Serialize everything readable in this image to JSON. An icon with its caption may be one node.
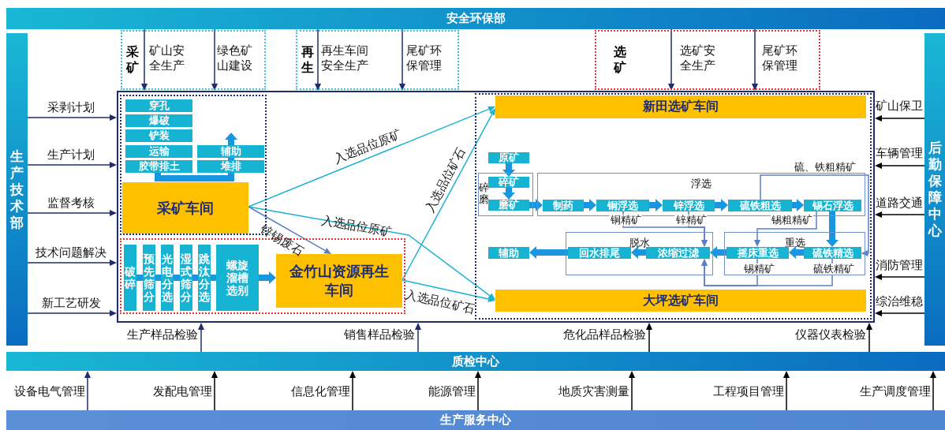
{
  "diagram": {
    "nodes": [
      {
        "text": [
          "安全环保部"
        ]
      },
      {
        "text": [
          "生产技术部"
        ]
      },
      {
        "text": [
          "后勤保障中心"
        ]
      },
      {
        "text": [
          "质检中心"
        ]
      },
      {
        "text": [
          "生产服务中心"
        ]
      },
      {
        "text": [],
        "shape": "box"
      },
      {
        "text": [],
        "shape": "box",
        "in": 5
      },
      {
        "text": [
          "穿孔"
        ],
        "in": 6
      },
      {
        "text": [
          "爆破"
        ],
        "in": 6
      },
      {
        "text": [
          "铲装"
        ],
        "in": 6
      },
      {
        "text": [
          "运输"
        ],
        "in": 6
      },
      {
        "text": [
          "胶带排土"
        ],
        "in": 6
      },
      {
        "text": [
          "辅助"
        ],
        "in": 6
      },
      {
        "text": [
          "堆排"
        ],
        "in": 6
      },
      {
        "text": [
          "采矿车间"
        ],
        "in": 6
      },
      {
        "text": [],
        "shape": "box",
        "in": 5
      },
      {
        "text": [
          "破碎"
        ],
        "in": 15
      },
      {
        "text": [
          "预先筛分"
        ],
        "in": 15
      },
      {
        "text": [
          "光电分选"
        ],
        "in": 15
      },
      {
        "text": [
          "湿式筛分"
        ],
        "in": 15
      },
      {
        "text": [
          "跳汰分选"
        ],
        "in": 15
      },
      {
        "text": [
          "螺旋溜槽选别"
        ],
        "in": 15
      },
      {
        "text": [
          "金竹山资源再生车间"
        ],
        "in": 15
      },
      {
        "text": [],
        "shape": "box",
        "in": 5
      },
      {
        "text": [
          "新田选矿车间"
        ],
        "in": 23
      },
      {
        "text": [
          "原矿"
        ],
        "in": 23
      },
      {
        "text": [
          "碎磨"
        ],
        "in": 23
      },
      {
        "text": [
          "碎矿"
        ],
        "in": 26
      },
      {
        "text": [
          "磨矿"
        ],
        "in": 26
      },
      {
        "text": [
          "浮选"
        ],
        "in": 23
      },
      {
        "text": [
          "制药"
        ],
        "in": 29
      },
      {
        "text": [
          "铜浮选"
        ],
        "in": 29
      },
      {
        "text": [
          "锌浮选"
        ],
        "in": 29
      },
      {
        "text": [
          "硫铁粗选"
        ],
        "in": 29
      },
      {
        "text": [
          "锡石浮选"
        ],
        "in": 29
      },
      {
        "text": [
          "脱水"
        ],
        "in": 23
      },
      {
        "text": [
          "回水排尾"
        ],
        "in": 35
      },
      {
        "text": [
          "浓缩过滤"
        ],
        "in": 35
      },
      {
        "text": [
          "重选"
        ],
        "in": 23
      },
      {
        "text": [
          "摇床重选"
        ],
        "in": 38
      },
      {
        "text": [
          "硫铁精选"
        ],
        "in": 38
      },
      {
        "text": [
          "辅助"
        ],
        "in": 23
      },
      {
        "text": [
          "大坪选矿车间"
        ],
        "in": 23
      }
    ],
    "edges": [
      {
        "from": 0,
        "to": 5,
        "arrow": "to",
        "label": "矿山安全生产",
        "color": "#1f2d6e"
      },
      {
        "from": 0,
        "to": 5,
        "arrow": "to",
        "label": "绿色矿山建设",
        "color": "#1f2d6e"
      },
      {
        "from": 0,
        "to": 5,
        "arrow": "to",
        "label": "再生车间安全生产",
        "color": "#1f2d6e"
      },
      {
        "from": 0,
        "to": 5,
        "arrow": "to",
        "label": "尾矿环保管理",
        "color": "#1f2d6e"
      },
      {
        "from": 0,
        "to": 5,
        "arrow": "to",
        "label": "选矿安全生产",
        "color": "#1f2d6e"
      },
      {
        "from": 0,
        "to": 5,
        "arrow": "to",
        "label": "尾矿环保管理",
        "color": "#1f2d6e"
      },
      {
        "from": 1,
        "to": 5,
        "arrow": "to",
        "label": "采剥计划",
        "color": "#1f2d6e"
      },
      {
        "from": 1,
        "to": 5,
        "arrow": "to",
        "label": "生产计划",
        "color": "#1f2d6e"
      },
      {
        "from": 1,
        "to": 5,
        "arrow": "to",
        "label": "监督考核",
        "color": "#1f2d6e"
      },
      {
        "from": 1,
        "to": 5,
        "arrow": "to",
        "label": "技术问题解决",
        "color": "#1f2d6e"
      },
      {
        "from": 1,
        "to": 5,
        "arrow": "to",
        "label": "新工艺研发",
        "color": "#1f2d6e"
      },
      {
        "from": 2,
        "to": 5,
        "arrow": "to",
        "label": "矿山保卫",
        "color": "#000000"
      },
      {
        "from": 2,
        "to": 5,
        "arrow": "to",
        "label": "车辆管理",
        "color": "#000000"
      },
      {
        "from": 2,
        "to": 5,
        "arrow": "to",
        "label": "道路交通",
        "color": "#000000"
      },
      {
        "from": 2,
        "to": 5,
        "arrow": "to",
        "label": "消防管理",
        "color": "#000000"
      },
      {
        "from": 2,
        "to": 5,
        "arrow": "to",
        "label": "综治维稳",
        "color": "#000000"
      },
      {
        "from": 3,
        "to": 5,
        "arrow": "to",
        "label": "生产样品检验",
        "color": "#1f2d6e"
      },
      {
        "from": 3,
        "to": 5,
        "arrow": "to",
        "label": "销售样品检验",
        "color": "#1f2d6e"
      },
      {
        "from": 3,
        "to": 5,
        "arrow": "to",
        "label": "危化品样品检验",
        "color": "#000000"
      },
      {
        "from": 3,
        "to": 5,
        "arrow": "to",
        "label": "仪器仪表检验",
        "color": "#000000"
      },
      {
        "from": 4,
        "to": 3,
        "arrow": "to",
        "label": "设备电气管理",
        "color": "#1f2d6e"
      },
      {
        "from": 4,
        "to": 3,
        "arrow": "to",
        "label": "发配电管理",
        "color": "#000000"
      },
      {
        "from": 4,
        "to": 3,
        "arrow": "to",
        "label": "信息化管理",
        "color": "#000000"
      },
      {
        "from": 4,
        "to": 3,
        "arrow": "to",
        "label": "能源管理",
        "color": "#000000"
      },
      {
        "from": 4,
        "to": 3,
        "arrow": "to",
        "label": "地质灾害测量",
        "color": "#000000"
      },
      {
        "from": 4,
        "to": 3,
        "arrow": "to",
        "label": "工程项目管理",
        "color": "#000000"
      },
      {
        "from": 4,
        "to": 3,
        "arrow": "to",
        "label": "生产调度管理",
        "color": "#000000"
      },
      {
        "from": 14,
        "to": 24,
        "arrow": "to",
        "label": "入选品位原矿",
        "color": "#1ab3d3"
      },
      {
        "from": 14,
        "to": 42,
        "arrow": "to",
        "label": "入选品位原矿",
        "color": "#1ab3d3"
      },
      {
        "from": 14,
        "to": 22,
        "arrow": "to",
        "label": "锌锡废石",
        "color": "#5b7fc4"
      },
      {
        "from": 22,
        "to": 24,
        "arrow": "to",
        "label": "入选品位矿石",
        "color": "#1ab3d3"
      },
      {
        "from": 22,
        "to": 42,
        "arrow": "to",
        "label": "入选品位矿石",
        "color": "#1ab3d3"
      },
      {
        "from": 11,
        "to": 12,
        "arrow": "to",
        "style": "thick"
      },
      {
        "from": 16,
        "to": 17,
        "arrow": "none",
        "style": "thick"
      },
      {
        "from": 17,
        "to": 18,
        "arrow": "none",
        "style": "thick"
      },
      {
        "from": 18,
        "to": 19,
        "arrow": "none",
        "style": "thick"
      },
      {
        "from": 19,
        "to": 20,
        "arrow": "none",
        "style": "thick"
      },
      {
        "from": 20,
        "to": 21,
        "arrow": "none",
        "style": "thick"
      },
      {
        "from": 21,
        "to": 22,
        "arrow": "to",
        "style": "thick"
      },
      {
        "from": 25,
        "to": 27,
        "arrow": "to",
        "style": "thick"
      },
      {
        "from": 27,
        "to": 28,
        "arrow": "to",
        "style": "thick"
      },
      {
        "from": 28,
        "to": 30,
        "arrow": "to",
        "style": "thick"
      },
      {
        "from": 30,
        "to": 31,
        "arrow": "to",
        "style": "thick"
      },
      {
        "from": 31,
        "to": 32,
        "arrow": "to",
        "style": "thick"
      },
      {
        "from": 32,
        "to": 33,
        "arrow": "to",
        "style": "thick"
      },
      {
        "from": 33,
        "to": 34,
        "arrow": "to",
        "style": "thick"
      },
      {
        "from": 34,
        "to": 40,
        "arrow": "to",
        "style": "thick"
      },
      {
        "from": 40,
        "to": 39,
        "arrow": "to",
        "style": "thick"
      },
      {
        "from": 39,
        "to": 37,
        "arrow": "to",
        "style": "thick"
      },
      {
        "from": 37,
        "to": 36,
        "arrow": "to",
        "style": "thick"
      },
      {
        "from": 36,
        "to": 41,
        "arrow": "to",
        "style": "thick"
      },
      {
        "from": 31,
        "to": 37,
        "arrow": "to",
        "label": "铜精矿",
        "color": "#5b7fc4"
      },
      {
        "from": 32,
        "to": 37,
        "arrow": "to",
        "label": "锌精矿",
        "color": "#5b7fc4"
      },
      {
        "from": 34,
        "to": 39,
        "arrow": "to",
        "label": "锡粗精矿",
        "color": "#5b7fc4"
      },
      {
        "from": 33,
        "to": 40,
        "arrow": "to",
        "label": "硫、铁粗精矿",
        "color": "#5b7fc4"
      },
      {
        "from": 39,
        "to": 37,
        "arrow": "to",
        "label": "锡精矿",
        "color": "#5b7fc4"
      },
      {
        "from": 40,
        "to": 37,
        "arrow": "to",
        "label": "硫铁精矿",
        "color": "#5b7fc4"
      }
    ],
    "labels": [
      "采矿",
      "再生",
      "选矿"
    ]
  }
}
